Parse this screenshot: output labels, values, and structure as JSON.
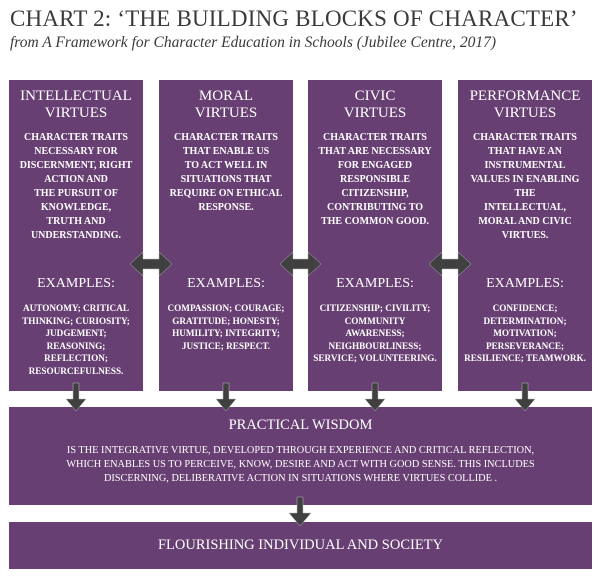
{
  "title": "CHART 2: ‘THE BUILDING BLOCKS OF CHARACTER’",
  "subtitle": "from A Framework for Character Education in Schools (Jubilee Centre, 2017)",
  "colors": {
    "box": "#683f73",
    "arrow": "#404040",
    "text": "#3a3a3a"
  },
  "columns": [
    {
      "heading": [
        "INTELLECTUAL",
        "VIRTUES"
      ],
      "description": [
        "CHARACTER TRAITS",
        "NECESSARY FOR",
        "DISCERNMENT, RIGHT",
        "ACTION AND",
        "THE PURSUIT OF",
        "KNOWLEDGE,",
        "TRUTH AND",
        "UNDERSTANDING."
      ],
      "examples_label": "EXAMPLES:",
      "examples": [
        "AUTONOMY; CRITICAL",
        "THINKING; CURIOSITY;",
        "JUDGEMENT;",
        "REASONING;",
        "REFLECTION;",
        "RESOURCEFULNESS."
      ]
    },
    {
      "heading": [
        "MORAL",
        "VIRTUES"
      ],
      "description": [
        "CHARACTER TRAITS",
        "THAT ENABLE US",
        "TO ACT WELL IN",
        "SITUATIONS THAT",
        "REQUIRE ON ETHICAL",
        "RESPONSE."
      ],
      "examples_label": "EXAMPLES:",
      "examples": [
        "COMPASSION; COURAGE;",
        "GRATITUDE; HONESTY;",
        "HUMILITY; INTEGRITY;",
        "JUSTICE; RESPECT."
      ]
    },
    {
      "heading": [
        "CIVIC",
        "VIRTUES"
      ],
      "description": [
        "CHARACTER TRAITS",
        "THAT ARE NECESSARY",
        "FOR ENGAGED",
        "RESPONSIBLE",
        "CITIZENSHIP,",
        "CONTRIBUTING TO",
        "THE COMMON GOOD."
      ],
      "examples_label": "EXAMPLES:",
      "examples": [
        "CITIZENSHIP; CIVILITY;",
        "COMMUNITY",
        "AWARENESS;",
        "NEIGHBOURLINESS;",
        "SERVICE; VOLUNTEERING."
      ]
    },
    {
      "heading": [
        "PERFORMANCE",
        "VIRTUES"
      ],
      "description": [
        "CHARACTER TRAITS",
        "THAT HAVE AN",
        "INSTRUMENTAL",
        "VALUES IN ENABLING",
        "THE",
        "INTELLECTUAL,",
        "MORAL AND CIVIC",
        "VIRTUES."
      ],
      "examples_label": "EXAMPLES:",
      "examples": [
        "CONFIDENCE;",
        "DETERMINATION;",
        "MOTIVATION;",
        "PERSEVERANCE;",
        "RESILIENCE; TEAMWORK."
      ]
    }
  ],
  "practical_wisdom": {
    "heading": "PRACTICAL WISDOM",
    "body": [
      "IS THE INTEGRATIVE VIRTUE, DEVELOPED THROUGH EXPERIENCE AND CRITICAL REFLECTION,",
      "WHICH ENABLES US TO PERCEIVE, KNOW, DESIRE AND ACT WITH GOOD SENSE. THIS INCLUDES",
      "DISCERNING, DELIBERATIVE ACTION IN SITUATIONS WHERE VIRTUES COLLIDE ."
    ]
  },
  "flourishing": "FLOURISHING INDIVIDUAL AND SOCIETY"
}
